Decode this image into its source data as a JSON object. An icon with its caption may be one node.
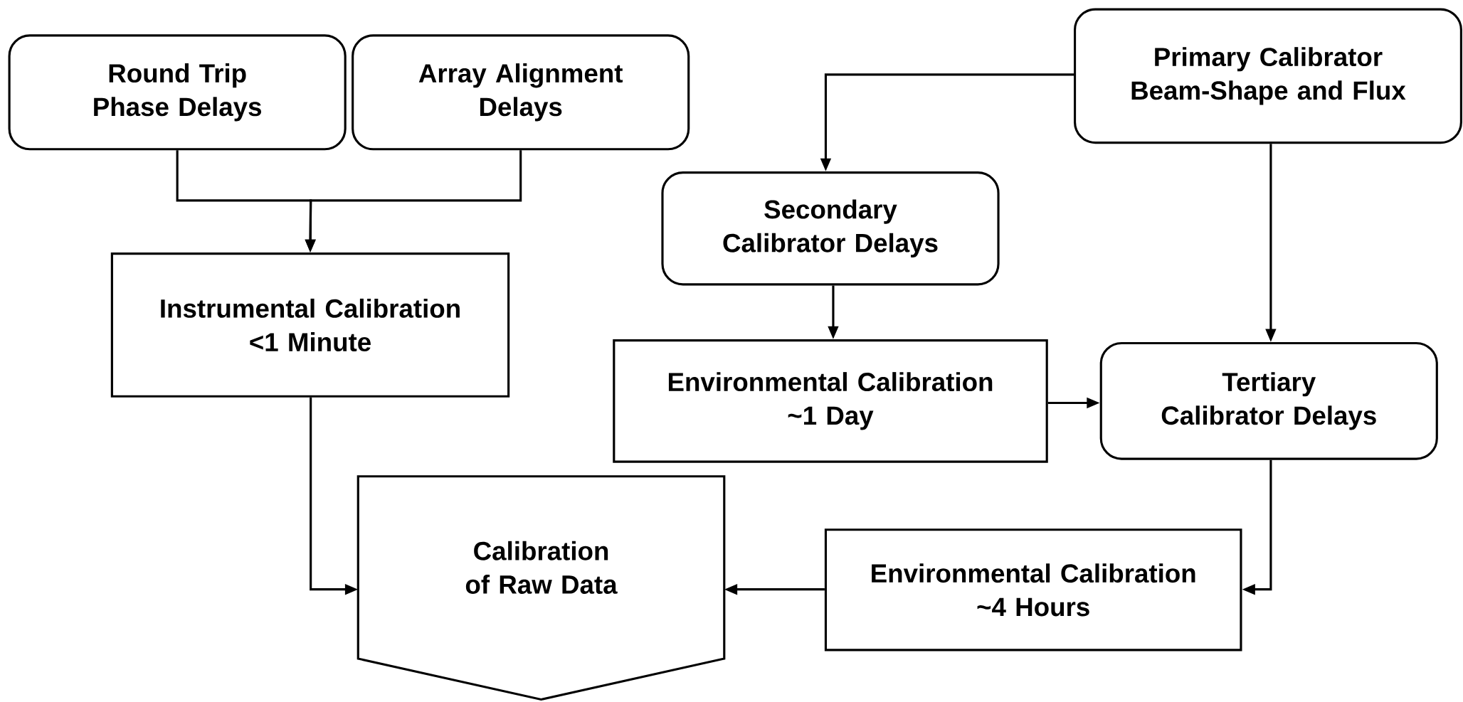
{
  "diagram": {
    "nodes": [
      {
        "text": [
          "Round Trip Phase Delays"
        ]
      },
      {
        "text": [
          "Array Alignment Delays"
        ]
      },
      {
        "text": [
          "Primary Calibrator Beam-Shape and Flux"
        ]
      },
      {
        "text": [
          "Secondary Calibrator Delays"
        ]
      },
      {
        "text": [
          "Instrumental Calibration",
          "<1 Minute"
        ]
      },
      {
        "text": [
          "Environmental Calibration",
          "~1 Day"
        ]
      },
      {
        "text": [
          "Tertiary Calibrator Delays"
        ]
      },
      {
        "text": [
          "Calibration of Raw Data"
        ]
      },
      {
        "text": [
          "Environmental Calibration",
          "~4 Hours"
        ]
      }
    ],
    "edges": [
      {
        "from": 0,
        "to": 4,
        "arrow": "to"
      },
      {
        "from": 1,
        "to": 4,
        "arrow": "to"
      },
      {
        "from": 2,
        "to": 3,
        "arrow": "to"
      },
      {
        "from": 2,
        "to": 6,
        "arrow": "to"
      },
      {
        "from": 3,
        "to": 5,
        "arrow": "to"
      },
      {
        "from": 5,
        "to": 6,
        "arrow": "to"
      },
      {
        "from": 6,
        "to": 8,
        "arrow": "to"
      },
      {
        "from": 8,
        "to": 7,
        "arrow": "to"
      },
      {
        "from": 4,
        "to": 7,
        "arrow": "to"
      }
    ]
  }
}
